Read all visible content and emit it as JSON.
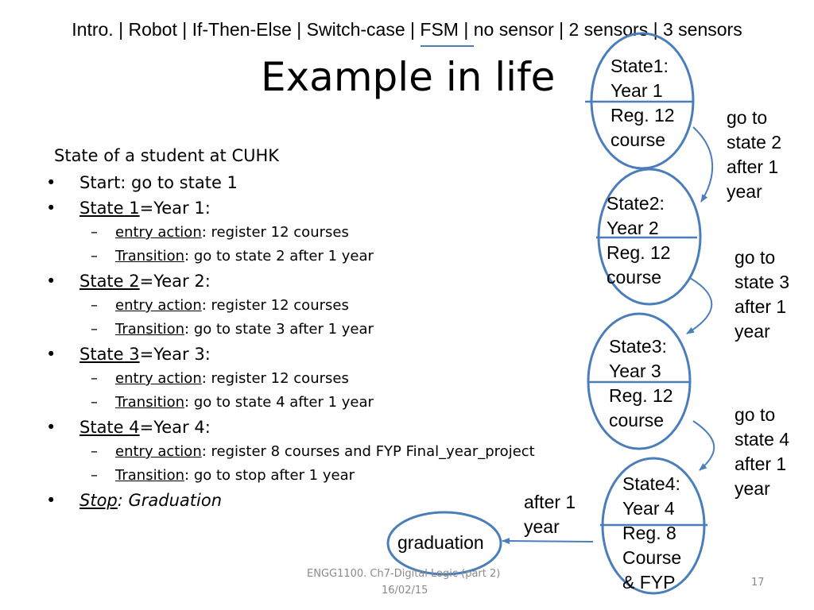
{
  "nav": {
    "items": [
      "Intro.",
      "Robot",
      "If-Then-Else",
      "Switch-case",
      "FSM",
      "no sensor",
      "2 sensors",
      "3 sensors"
    ],
    "separator": " | ",
    "active": "FSM"
  },
  "title": "Example in life",
  "content": {
    "heading": "State of a student at CUHK",
    "start": "Start: go to state 1",
    "states": [
      {
        "name": "State 1",
        "rest": "=Year 1:",
        "entry_label": "entry action",
        "entry_text": ": register 12 courses",
        "trans_label": "Transition",
        "trans_text": ": go to state 2  after 1 year"
      },
      {
        "name": "State 2",
        "rest": "=Year 2:",
        "entry_label": "entry action",
        "entry_text": ": register 12 courses",
        "trans_label": "Transition",
        "trans_text": ": go to state 3 after 1 year"
      },
      {
        "name": "State 3",
        "rest": "=Year 3:",
        "entry_label": "entry action",
        "entry_text": ": register 12 courses",
        "trans_label": "Transition",
        "trans_text": ": go to state 4 after 1 year"
      },
      {
        "name": "State 4",
        "rest": "=Year 4:",
        "entry_label": "entry action",
        "entry_text": ": register 8 courses and FYP Final_year_project",
        "trans_label": "Transition",
        "trans_text": ": go to stop after 1 year"
      }
    ],
    "stop_label": "Stop",
    "stop_text": ": Graduation"
  },
  "diagram": {
    "states": [
      {
        "label": "State1:",
        "year": "Year 1",
        "line3": "Reg. 12",
        "line4": "course",
        "line5": ""
      },
      {
        "label": "State2:",
        "year": "Year 2",
        "line3": "Reg. 12",
        "line4": "course",
        "line5": ""
      },
      {
        "label": "State3:",
        "year": "Year 3",
        "line3": "Reg. 12",
        "line4": "course",
        "line5": ""
      },
      {
        "label": "State4:",
        "year": "Year 4",
        "line3": "Reg. 8",
        "line4": "Course",
        "line5": "& FYP"
      }
    ],
    "transitions": [
      [
        "go to",
        "state 2",
        "after 1",
        "year"
      ],
      [
        "go to",
        "state 3",
        "after 1",
        "year"
      ],
      [
        "go to",
        "state 4",
        "after 1",
        "year"
      ]
    ],
    "final_transition": [
      "after 1",
      "year"
    ],
    "final_state": "graduation",
    "stroke_color": "#4a7ebb"
  },
  "footer": {
    "course": "ENGG1100. Ch7-Digital Logic (part 2)",
    "date": "16/02/15",
    "page": "17"
  }
}
